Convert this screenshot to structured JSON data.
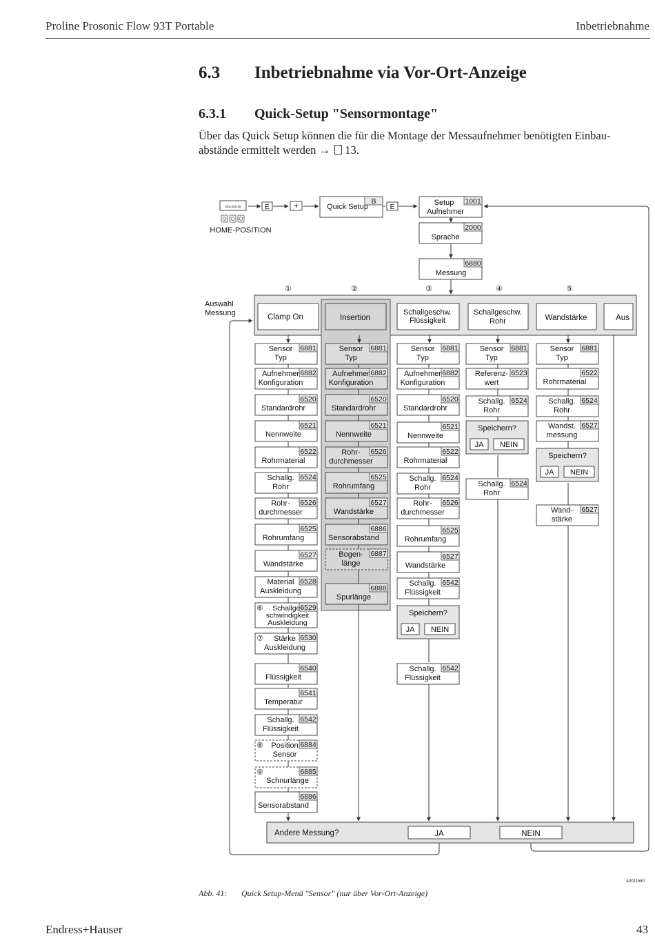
{
  "header": {
    "left": "Proline Prosonic Flow 93T Portable",
    "right": "Inbetriebnahme"
  },
  "section": {
    "number": "6.3",
    "title": "Inbetriebnahme via Vor-Ort-Anzeige"
  },
  "subsection": {
    "number": "6.3.1",
    "title": "Quick-Setup \"Sensormontage\""
  },
  "intro": {
    "line1": "Über das Quick Setup können die für die Montage der Messaufnehmer benötigten Einbau-",
    "line2": "abstände ermittelt werden → ",
    "page_ref": "13."
  },
  "diagram": {
    "display_label": "xxx.xxx.xx",
    "home": "HOME-POSITION",
    "key_e": "E",
    "key_plus": "+",
    "quick_setup": "Quick Setup",
    "quick_setup_code": "B",
    "setup": {
      "l1": "Setup",
      "l2": "Aufnehmer",
      "code": "1001"
    },
    "sprache": {
      "l1": "Sprache",
      "code": "2000"
    },
    "messung": {
      "l1": "Messung",
      "code": "6880"
    },
    "auswahl": {
      "l1": "Auswahl",
      "l2": "Messung"
    },
    "col_markers": [
      "①",
      "②",
      "③",
      "④",
      "⑤"
    ],
    "options": {
      "clamp_on": "Clamp On",
      "insertion": "Insertion",
      "schall_fl": {
        "l1": "Schallgeschw.",
        "l2": "Flüssigkeit"
      },
      "schall_rohr": {
        "l1": "Schallgeschw.",
        "l2": "Rohr"
      },
      "wandstaerke": "Wandstärke",
      "aus": "Aus"
    },
    "col1": [
      {
        "l1": "Sensor",
        "l2": "Typ",
        "code": "6881"
      },
      {
        "l1": "Aufnehmer",
        "l2": "Konfiguration",
        "code": "6882"
      },
      {
        "l1": "Standardrohr",
        "code": "6520"
      },
      {
        "l1": "Nennweite",
        "code": "6521"
      },
      {
        "l1": "Rohrmaterial",
        "code": "6522"
      },
      {
        "l1": "Schallg.",
        "l2": "Rohr",
        "code": "6524"
      },
      {
        "l1": "Rohr-",
        "l2": "durchmesser",
        "code": "6526"
      },
      {
        "l1": "Rohrumfang",
        "code": "6525"
      },
      {
        "l1": "Wandstärke",
        "code": "6527"
      },
      {
        "l1": "Material",
        "l2": "Auskleidung",
        "code": "6528"
      },
      {
        "marker": "⑥",
        "l1": "Schallge-",
        "l2": "schwindigkeit",
        "l3": "Auskleidung",
        "code": "6529"
      },
      {
        "marker": "⑦",
        "l1": "Stärke",
        "l2": "Auskleidung",
        "code": "6530"
      },
      {
        "l1": "Flüssigkeit",
        "code": "6540"
      },
      {
        "l1": "Temperatur",
        "code": "6541"
      },
      {
        "l1": "Schallg.",
        "l2": "Flüssigkeit",
        "code": "6542"
      },
      {
        "marker": "⑧",
        "l1": "Position",
        "l2": "Sensor",
        "code": "6884"
      },
      {
        "marker": "⑨",
        "l1": "Schnurlänge",
        "code": "6885"
      },
      {
        "l1": "Sensorabstand",
        "code": "6886"
      }
    ],
    "col2": [
      {
        "l1": "Sensor",
        "l2": "Typ",
        "code": "6881"
      },
      {
        "l1": "Aufnehmer",
        "l2": "Konfiguration",
        "code": "6882"
      },
      {
        "l1": "Standardrohr",
        "code": "6520"
      },
      {
        "l1": "Nennweite",
        "code": "6521"
      },
      {
        "l1": "Rohr-",
        "l2": "durchmesser",
        "code": "6526"
      },
      {
        "l1": "Rohrumfang",
        "code": "6525"
      },
      {
        "l1": "Wandstärke",
        "code": "6527"
      },
      {
        "l1": "Sensorabstand",
        "code": "6886"
      },
      {
        "l1": "Bogen-",
        "l2": "länge",
        "code": "6887"
      },
      {
        "l1": "Spurlänge",
        "code": "6888"
      }
    ],
    "col3": [
      {
        "l1": "Sensor",
        "l2": "Typ",
        "code": "6881"
      },
      {
        "l1": "Aufnehmer",
        "l2": "Konfiguration",
        "code": "6882"
      },
      {
        "l1": "Standardrohr",
        "code": "6520"
      },
      {
        "l1": "Nennweite",
        "code": "6521"
      },
      {
        "l1": "Rohrmaterial",
        "code": "6522"
      },
      {
        "l1": "Schallg.",
        "l2": "Rohr",
        "code": "6524"
      },
      {
        "l1": "Rohr-",
        "l2": "durchmesser",
        "code": "6526"
      },
      {
        "l1": "Rohrumfang",
        "code": "6525"
      },
      {
        "l1": "Wandstärke",
        "code": "6527"
      },
      {
        "l1": "Schallg.",
        "l2": "Flüssigkeit",
        "code": "6542"
      },
      {
        "l1": "Schallg.",
        "l2": "Flüssigkeit",
        "code": "6542"
      }
    ],
    "col4": [
      {
        "l1": "Sensor",
        "l2": "Typ",
        "code": "6881"
      },
      {
        "l1": "Referenz-",
        "l2": "wert",
        "code": "6523"
      },
      {
        "l1": "Schallg.",
        "l2": "Rohr",
        "code": "6524"
      },
      {
        "l1": "Schallg.",
        "l2": "Rohr",
        "code": "6524"
      }
    ],
    "col5": [
      {
        "l1": "Sensor",
        "l2": "Typ",
        "code": "6881"
      },
      {
        "l1": "Rohrmaterial",
        "code": "6522"
      },
      {
        "l1": "Schallg.",
        "l2": "Rohr",
        "code": "6524"
      },
      {
        "l1": "Wandst.",
        "l2": "messung",
        "code": "6527"
      },
      {
        "l1": "Wand-",
        "l2": "stärke",
        "code": "6527"
      }
    ],
    "speichern": {
      "q": "Speichern?",
      "ja": "JA",
      "nein": "NEIN"
    },
    "andere": {
      "q": "Andere Messung?",
      "ja": "JA",
      "nein": "NEIN"
    }
  },
  "figure_id": "A0011560",
  "caption": {
    "label": "Abb. 41:",
    "text": "Quick Setup-Menü \"Sensor\" (nur über Vor-Ort-Anzeige)"
  },
  "footer": {
    "left": "Endress+Hauser",
    "right": "43"
  }
}
